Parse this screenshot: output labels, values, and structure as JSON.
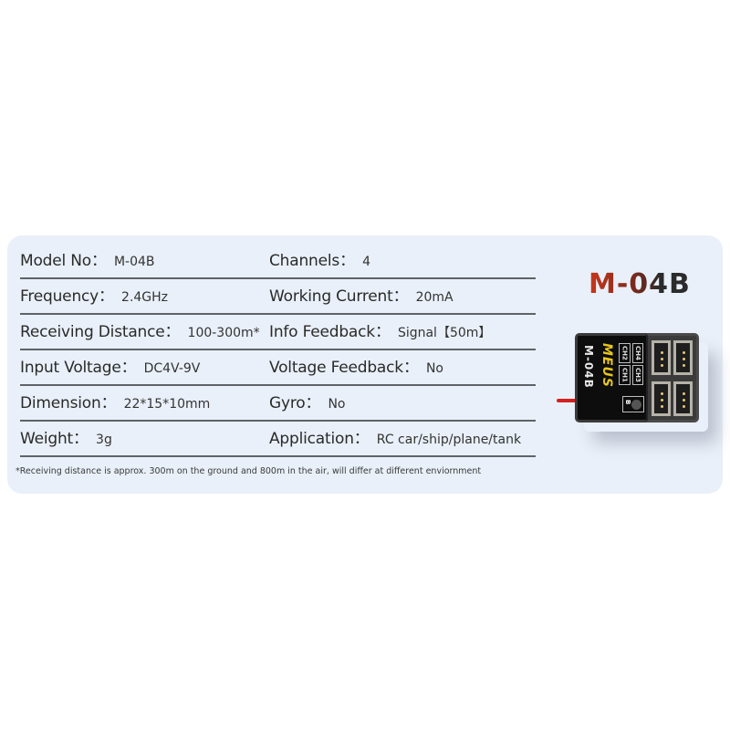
{
  "specs": {
    "left": [
      {
        "label": "Model No",
        "value": "M-04B"
      },
      {
        "label": "Frequency",
        "value": "2.4GHz"
      },
      {
        "label": "Receiving Distance",
        "value": "100-300m*"
      },
      {
        "label": "Input Voltage",
        "value": "DC4V-9V"
      },
      {
        "label": "Dimension",
        "value": "22*15*10mm"
      },
      {
        "label": "Weight",
        "value": "3g"
      }
    ],
    "right": [
      {
        "label": "Channels",
        "value": "4"
      },
      {
        "label": "Working Current",
        "value": "20mA"
      },
      {
        "label": "Info Feedback",
        "value": "Signal【50m】"
      },
      {
        "label": "Voltage Feedback",
        "value": "No"
      },
      {
        "label": "Gyro",
        "value": "No"
      },
      {
        "label": "Application",
        "value": "RC car/ship/plane/tank"
      }
    ],
    "separator": "："
  },
  "footnote": "*Receiving distance is approx. 300m on the ground and 800m in the air, will differ at different enviornment",
  "product": {
    "title": "M-04B",
    "device_model_text": "M-04B",
    "device_brand_text": "MEUS",
    "channel_labels": [
      "CH2",
      "CH4",
      "CH1",
      "CH3"
    ],
    "bind_label": "B"
  },
  "colors": {
    "panel_bg": "#e9f0f9",
    "title_gradient_start": "#c8371c",
    "title_gradient_end": "#2b2b2b",
    "brand_yellow": "#e8c51e",
    "antenna_red": "#d42020"
  }
}
